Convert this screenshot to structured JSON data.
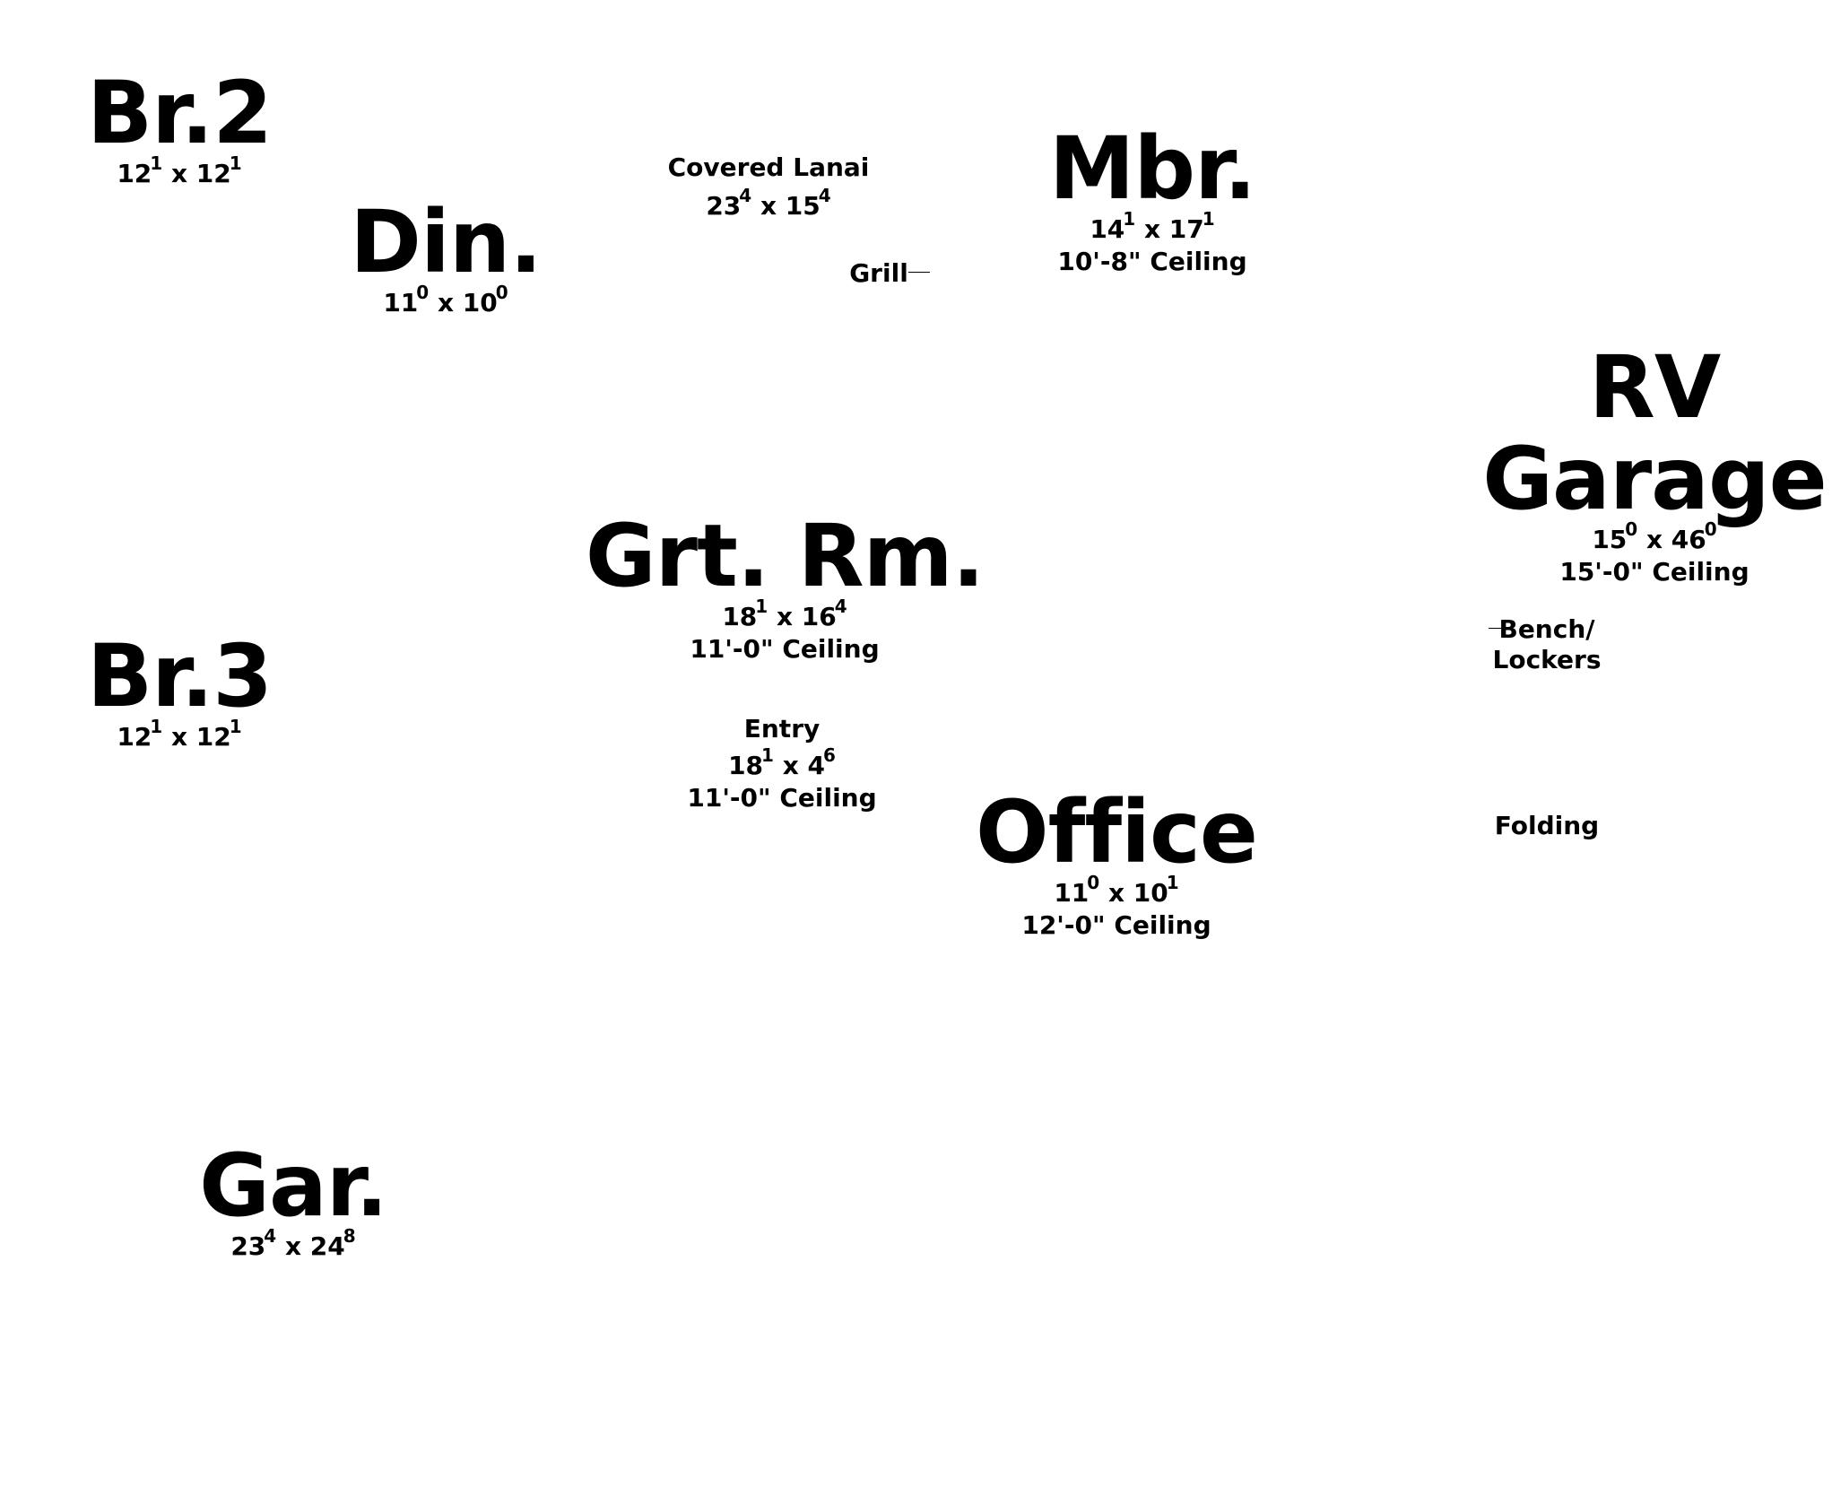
{
  "rooms": {
    "br2": {
      "name": "Br.2",
      "w": "12",
      "w_sup": "1",
      "x": "x",
      "d": "12",
      "d_sup": "1"
    },
    "din": {
      "name": "Din.",
      "w": "11",
      "w_sup": "0",
      "x": "x",
      "d": "10",
      "d_sup": "0"
    },
    "lanai": {
      "name": "Covered Lanai",
      "w": "23",
      "w_sup": "4",
      "x": "x",
      "d": "15",
      "d_sup": "4"
    },
    "grill": {
      "name": "Grill"
    },
    "mbr": {
      "name": "Mbr.",
      "w": "14",
      "w_sup": "1",
      "x": "x",
      "d": "17",
      "d_sup": "1",
      "ceiling": "10'-8\" Ceiling"
    },
    "rv": {
      "name_line1": "RV",
      "name_line2": "Garage",
      "w": "15",
      "w_sup": "0",
      "x": "x",
      "d": "46",
      "d_sup": "0",
      "ceiling": "15'-0\" Ceiling"
    },
    "grt": {
      "name": "Grt. Rm.",
      "w": "18",
      "w_sup": "1",
      "x": "x",
      "d": "16",
      "d_sup": "4",
      "ceiling": "11'-0\" Ceiling"
    },
    "bench": {
      "line1": "Bench/",
      "line2": "Lockers"
    },
    "br3": {
      "name": "Br.3",
      "w": "12",
      "w_sup": "1",
      "x": "x",
      "d": "12",
      "d_sup": "1"
    },
    "entry": {
      "name": "Entry",
      "w": "18",
      "w_sup": "1",
      "x": "x",
      "d": "4",
      "d_sup": "6",
      "ceiling": "11'-0\" Ceiling"
    },
    "office": {
      "name": "Office",
      "w": "11",
      "w_sup": "0",
      "x": "x",
      "d": "10",
      "d_sup": "1",
      "ceiling": "12'-0\" Ceiling"
    },
    "folding": {
      "name": "Folding"
    },
    "gar": {
      "name": "Gar.",
      "w": "23",
      "w_sup": "4",
      "x": "x",
      "d": "24",
      "d_sup": "8"
    }
  }
}
